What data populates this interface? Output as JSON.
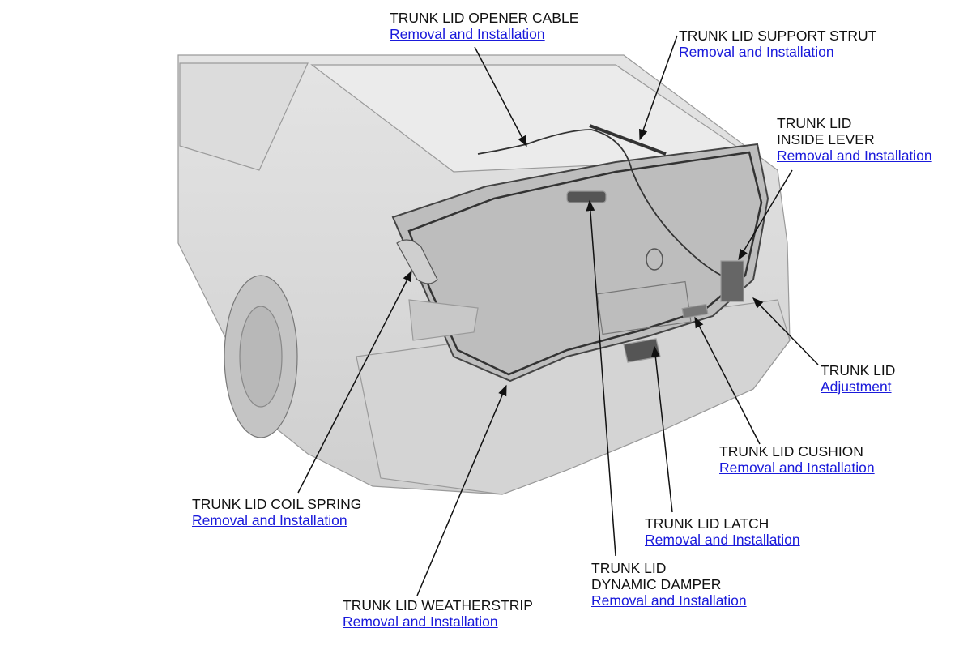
{
  "colors": {
    "link": "#1a1adb",
    "text": "#111111",
    "line": "#111111"
  },
  "callouts": {
    "opener_cable": {
      "title": "TRUNK LID OPENER CABLE",
      "link": "Removal and Installation"
    },
    "support_strut": {
      "title": "TRUNK LID SUPPORT STRUT",
      "link": "Removal and Installation"
    },
    "inside_lever": {
      "title_1": "TRUNK LID",
      "title_2": "INSIDE LEVER",
      "link": "Removal and Installation"
    },
    "trunk_lid": {
      "title": "TRUNK LID",
      "link": "Adjustment"
    },
    "cushion": {
      "title": "TRUNK LID CUSHION",
      "link": "Removal and Installation"
    },
    "latch": {
      "title": "TRUNK LID LATCH",
      "link": "Removal and Installation"
    },
    "dynamic_damper": {
      "title_1": "TRUNK LID",
      "title_2": "DYNAMIC DAMPER",
      "link": "Removal and Installation"
    },
    "weatherstrip": {
      "title": "TRUNK LID WEATHERSTRIP",
      "link": "Removal and Installation"
    },
    "coil_spring": {
      "title": "TRUNK LID COIL SPRING",
      "link": "Removal and Installation"
    }
  }
}
